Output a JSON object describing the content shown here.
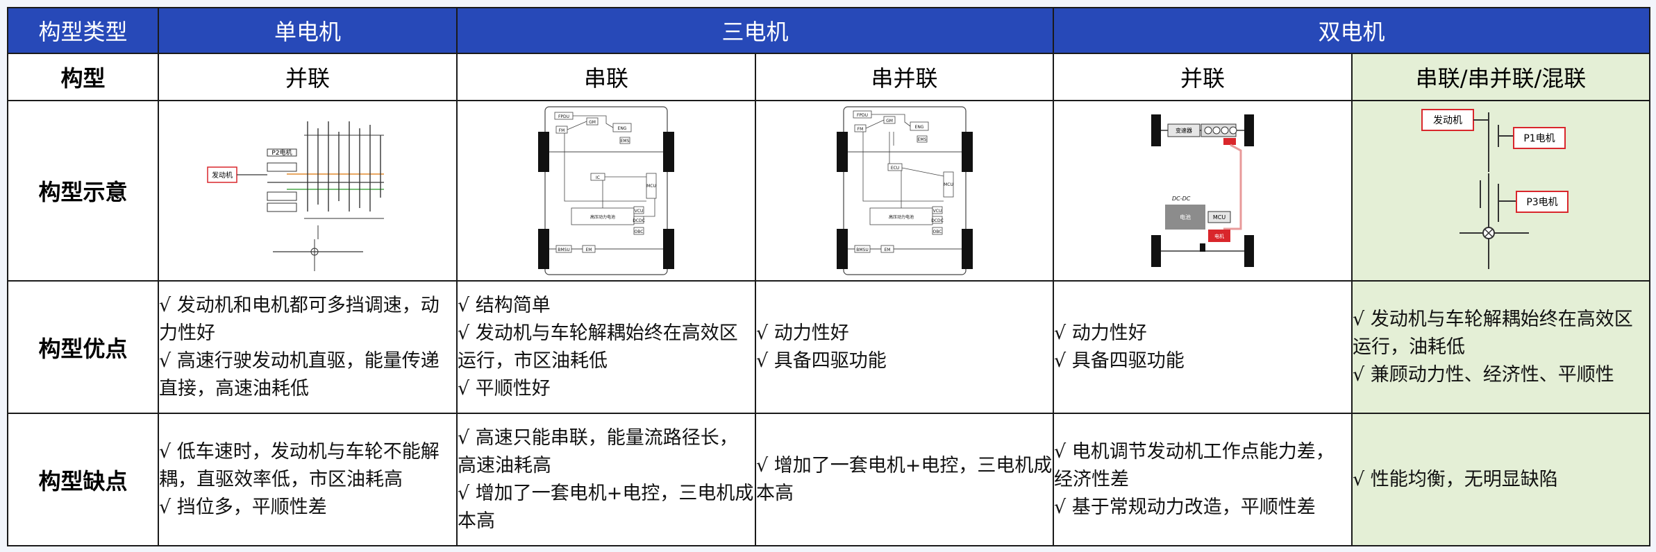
{
  "header": {
    "col0": "构型类型",
    "single_motor": "单电机",
    "three_motor": "三电机",
    "dual_motor": "双电机"
  },
  "config_row": {
    "label": "构型",
    "cols": [
      "并联",
      "串联",
      "串并联",
      "并联",
      "串联/串并联/混联"
    ]
  },
  "diagram_row": {
    "label": "构型示意",
    "d1": {
      "engine": "发动机",
      "motor": "P2电机"
    },
    "d2": {
      "blocks": [
        "高压动力电池",
        "MCU",
        "ENG",
        "EMS",
        "FPDU",
        "FM",
        "GM",
        "IC",
        "VCU",
        "DCDC",
        "OBC",
        "BMSU",
        "EM"
      ]
    },
    "d3": {
      "blocks": [
        "高压动力电池",
        "MCU",
        "ENG",
        "EMS",
        "FPDU",
        "FM",
        "GM",
        "ECU",
        "VCU",
        "DCDC",
        "OBC",
        "BMSU",
        "EM"
      ]
    },
    "d4": {
      "gearbox": "变速器",
      "dcdc": "DC-DC",
      "battery": "电池",
      "mcu": "MCU",
      "motor": "电机"
    },
    "d5": {
      "engine": "发动机",
      "p1": "P1电机",
      "p3": "P3电机"
    }
  },
  "advantages_row": {
    "label": "构型优点",
    "cols": [
      [
        "√ 发动机和电机都可多挡调速，动力性好",
        "√ 高速行驶发动机直驱，能量传递直接，高速油耗低"
      ],
      [
        "√ 结构简单",
        "√ 发动机与车轮解耦始终在高效区运行，市区油耗低",
        "√ 平顺性好"
      ],
      [
        "√ 动力性好",
        "√ 具备四驱功能"
      ],
      [
        "√ 动力性好",
        "√ 具备四驱功能"
      ],
      [
        "√ 发动机与车轮解耦始终在高效区运行，油耗低",
        "√ 兼顾动力性、经济性、平顺性"
      ]
    ]
  },
  "disadvantages_row": {
    "label": "构型缺点",
    "cols": [
      [
        "√ 低车速时，发动机与车轮不能解耦，直驱效率低，市区油耗高",
        "√ 挡位多，平顺性差"
      ],
      [
        "√ 高速只能串联，能量流路径长，高速油耗高",
        "√ 增加了一套电机+电控，三电机成本高"
      ],
      [
        "√ 增加了一套电机+电控，三电机成本高"
      ],
      [
        "√ 电机调节发动机工作点能力差，经济性差",
        "√ 基于常规动力改造，平顺性差"
      ],
      [
        "√ 性能均衡，无明显缺陷"
      ]
    ]
  },
  "colors": {
    "header_bg": "#2749b8",
    "highlight_bg": "#e4efd6",
    "red": "#d9262b"
  }
}
